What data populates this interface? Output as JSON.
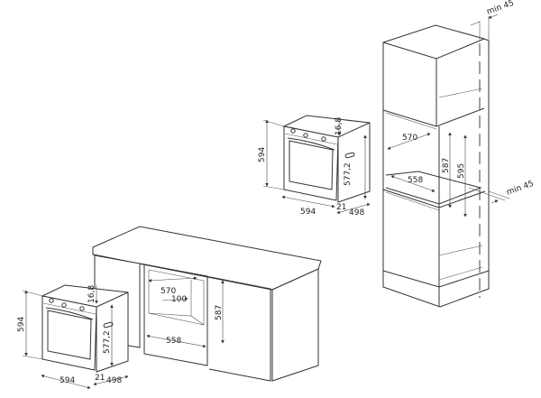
{
  "oven_dimensions": {
    "width": "594",
    "height": "594",
    "depth": "498",
    "panel_offset": "21",
    "top_offset": "16,8",
    "body_height": "577,2"
  },
  "undercounter_niche": {
    "width": "570",
    "inner_width": "558",
    "height": "587",
    "vent": "100"
  },
  "column_niche": {
    "width": "570",
    "inner_width": "558",
    "height_min": "587",
    "height_max": "595",
    "clearance_top": "min 45",
    "clearance_bottom": "min 45"
  }
}
